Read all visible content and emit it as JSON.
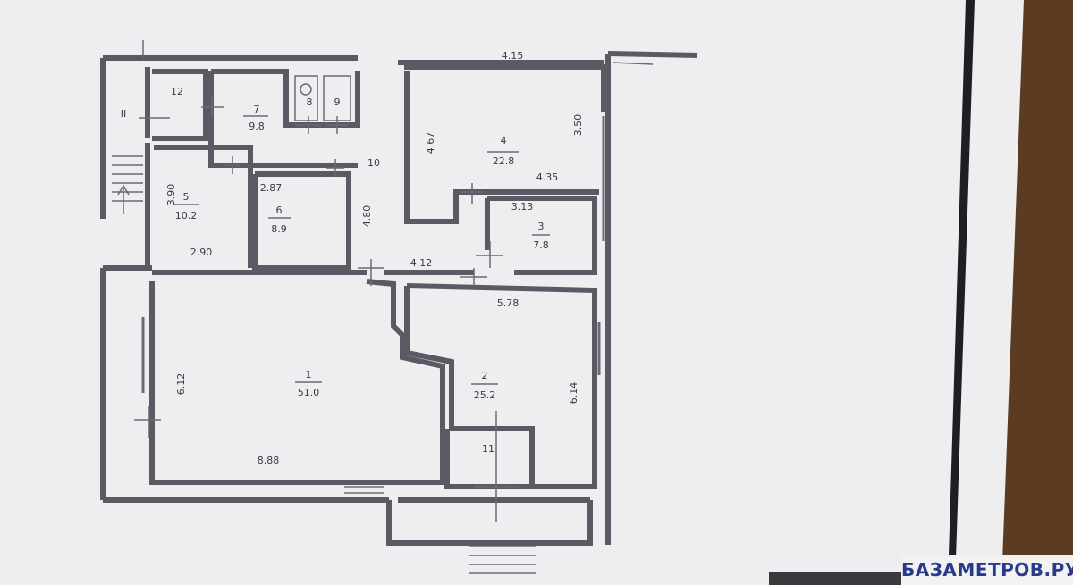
{
  "plan": {
    "top_dimension": "4.15",
    "rooms": [
      {
        "id": "r1",
        "number": "1",
        "area": "51.0"
      },
      {
        "id": "r2",
        "number": "2",
        "area": "25.2"
      },
      {
        "id": "r3",
        "number": "3",
        "area": "7.8"
      },
      {
        "id": "r4",
        "number": "4",
        "area": "22.8"
      },
      {
        "id": "r5",
        "number": "5",
        "area": "10.2"
      },
      {
        "id": "r6",
        "number": "6",
        "area": "8.9"
      },
      {
        "id": "r7",
        "number": "7",
        "area": "9.8"
      },
      {
        "id": "r8",
        "number": "8"
      },
      {
        "id": "r9",
        "number": "9"
      },
      {
        "id": "r10",
        "number": "10"
      },
      {
        "id": "r11",
        "number": "11"
      },
      {
        "id": "r12",
        "number": "12"
      },
      {
        "id": "stair",
        "number": "II"
      }
    ],
    "dimensions": {
      "d1_height": "6.12",
      "d1_width": "8.88",
      "d2_top": "5.78",
      "d2_height": "6.14",
      "d3_width": "3.13",
      "d4_height": "4.67",
      "d4_side": "3.50",
      "d4_width": "4.35",
      "d5_height": "3.90",
      "d5_width": "2.90",
      "d6_width": "2.87",
      "d10_height": "4.80",
      "d10_width": "4.12"
    }
  },
  "watermark": "БАЗАМЕТРОВ.РУ"
}
